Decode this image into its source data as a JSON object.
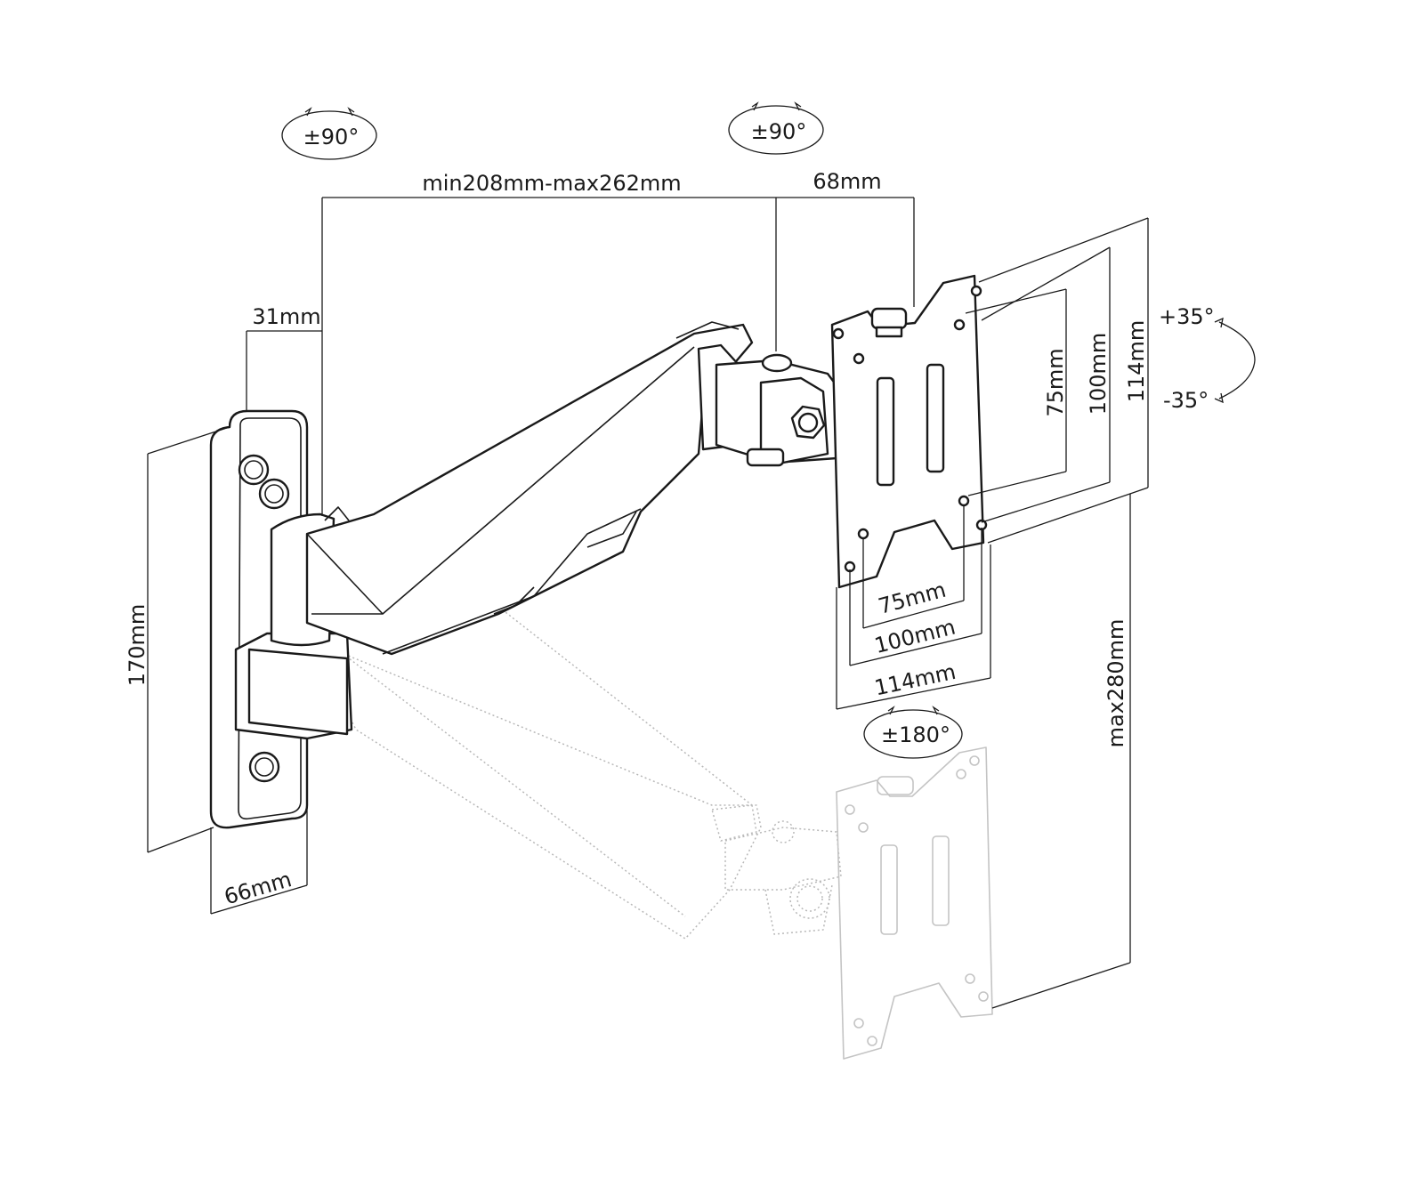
{
  "dimensions": {
    "arm_reach": "min208mm-max262mm",
    "head_depth": "68mm",
    "plate_offset": "31mm",
    "plate_height": "170mm",
    "plate_width": "66mm",
    "max_drop": "max280mm",
    "vesa_vertical_75": "75mm",
    "vesa_vertical_100": "100mm",
    "vesa_vertical_114": "114mm",
    "vesa_horizontal_75": "75mm",
    "vesa_horizontal_100": "100mm",
    "vesa_horizontal_114": "114mm"
  },
  "rotations": {
    "wall_swivel": "±90°",
    "head_swivel": "±90°",
    "head_rotation": "±180°",
    "tilt_up": "+35°",
    "tilt_down": "-35°"
  },
  "colors": {
    "line": "#1a1a1a",
    "ghost": "#b8b8b8",
    "background": "#ffffff"
  }
}
